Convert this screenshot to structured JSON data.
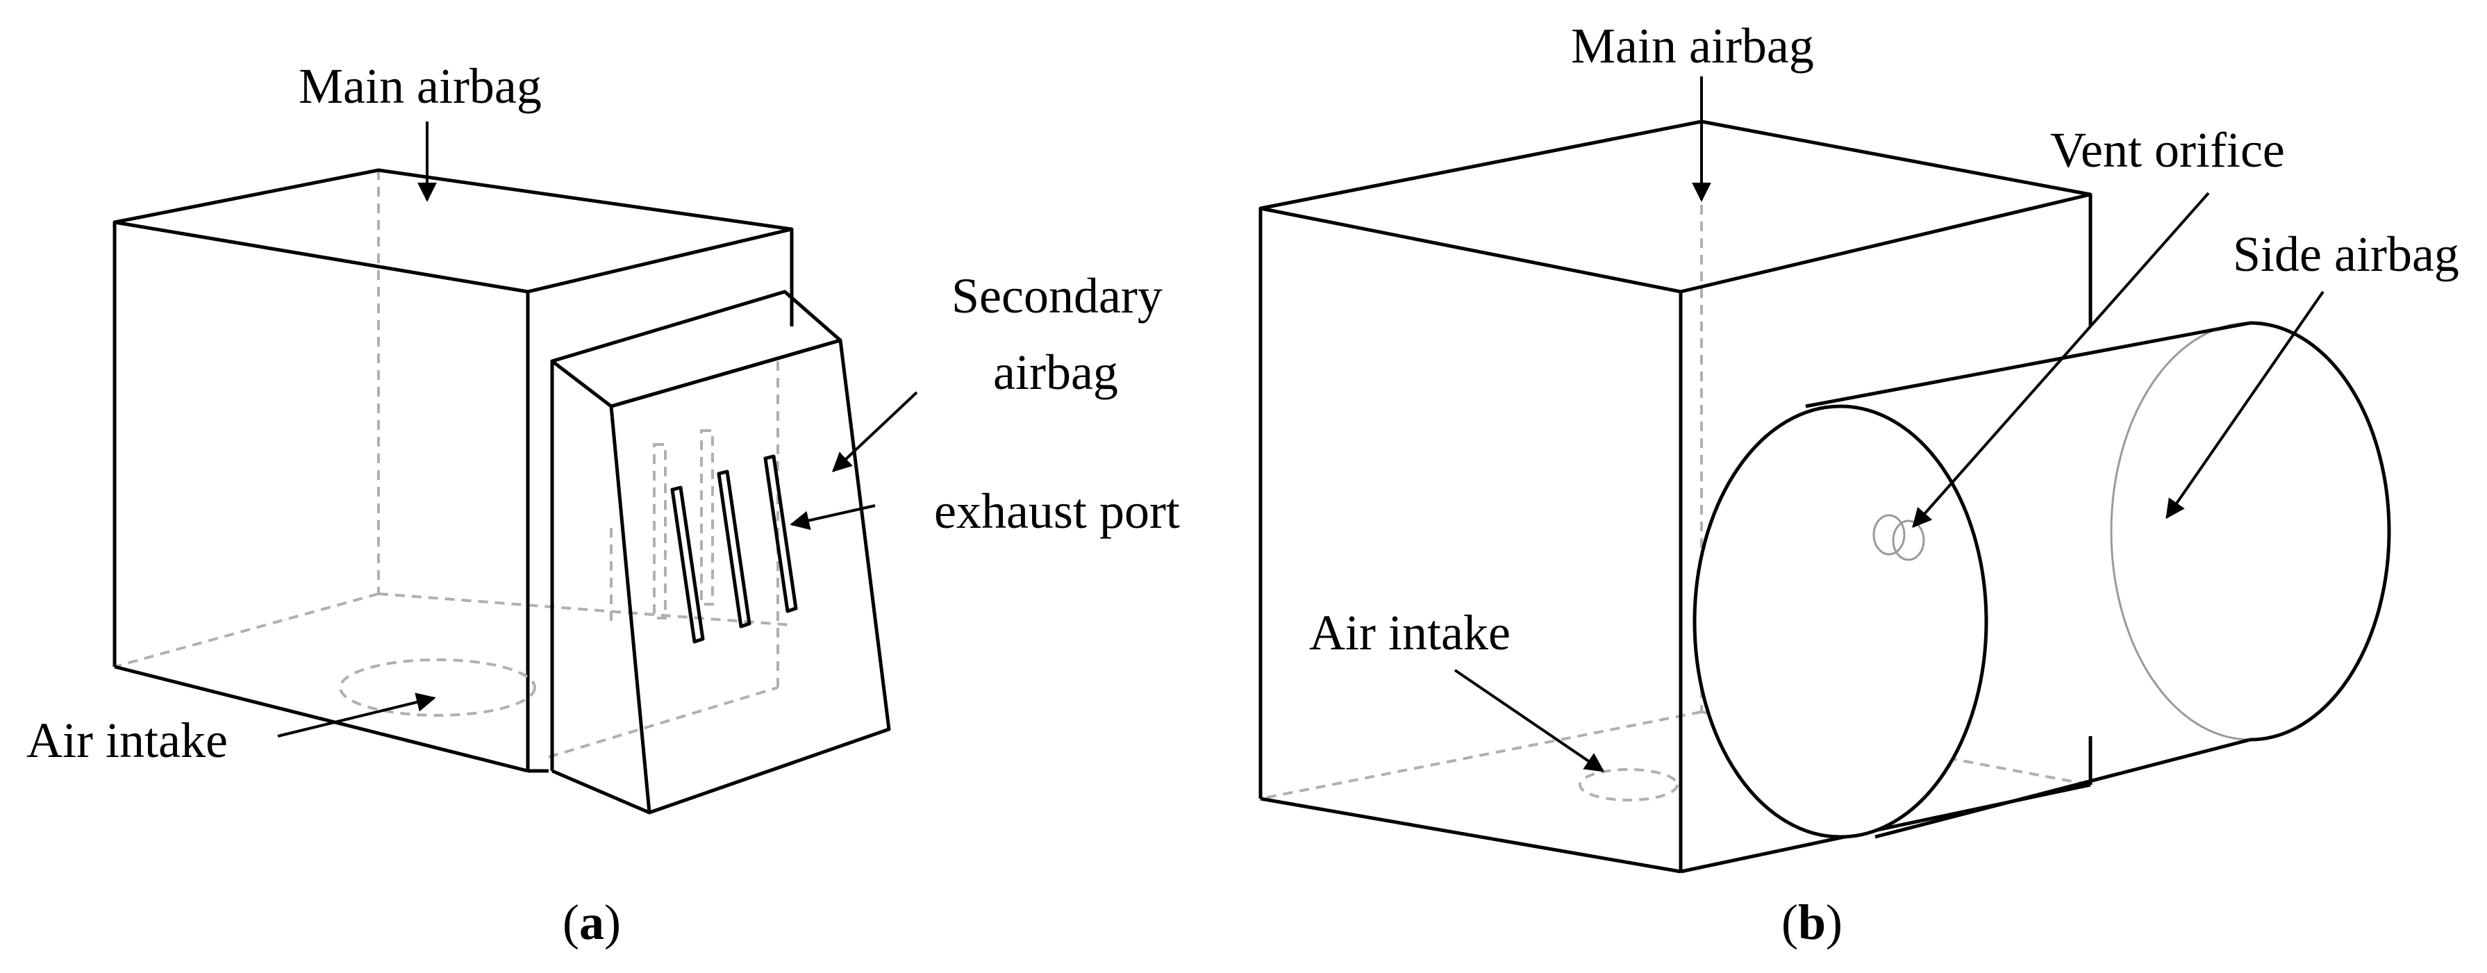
{
  "panel_a": {
    "labels": {
      "main_airbag": "Main airbag",
      "secondary_line1": "Secondary",
      "secondary_line2": "airbag",
      "exhaust_port": "exhaust port",
      "air_intake": "Air intake"
    },
    "caption_open": "(",
    "caption_letter": "a",
    "caption_close": ")"
  },
  "panel_b": {
    "labels": {
      "main_airbag": "Main airbag",
      "vent_orifice": "Vent orifice",
      "side_airbag": "Side airbag",
      "air_intake": "Air intake"
    },
    "caption_open": "(",
    "caption_letter": "b",
    "caption_close": ")"
  }
}
